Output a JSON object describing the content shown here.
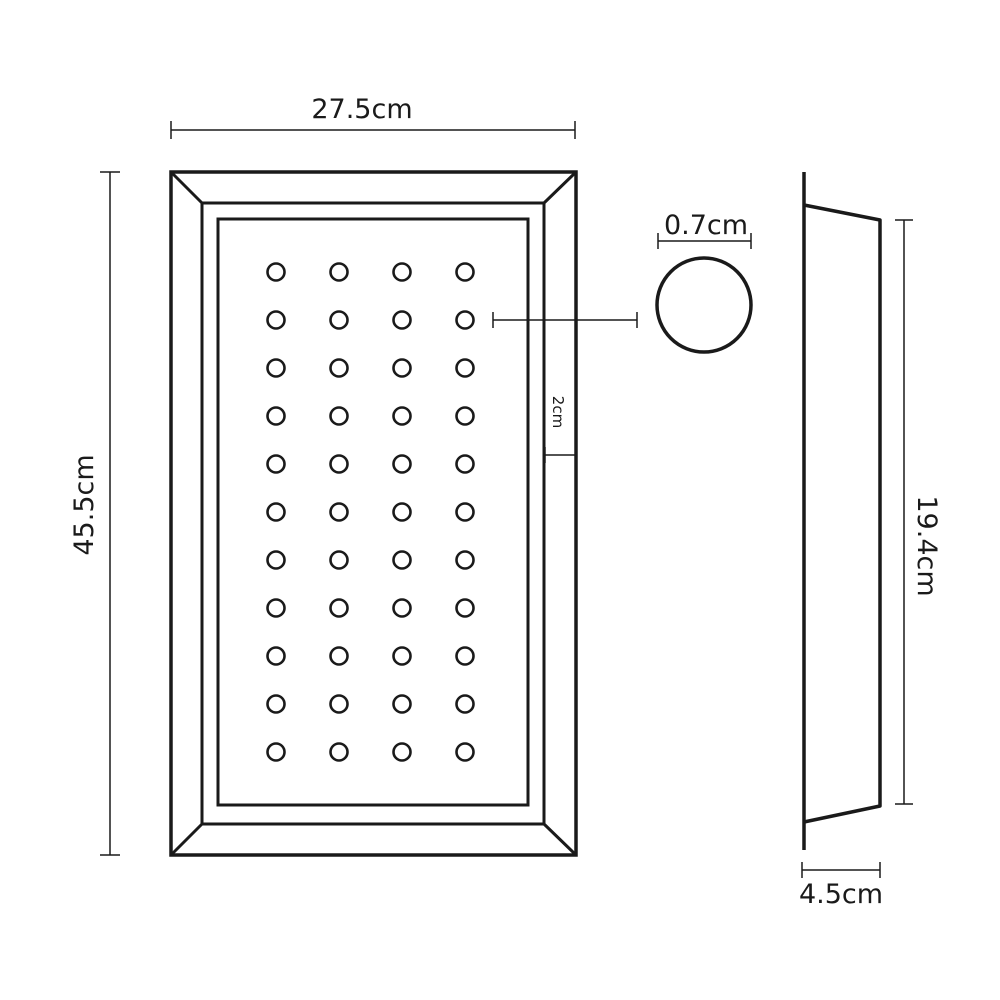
{
  "diagram": {
    "labels": {
      "top_width": "27.5cm",
      "left_height": "45.5cm",
      "hole_diameter": "0.7cm",
      "rim_width": "2cm",
      "side_height": "19.4cm",
      "side_depth": "4.5cm"
    },
    "holes": {
      "columns": 4,
      "rows": 11
    },
    "colors": {
      "line": "#1a1a1a",
      "background": "#ffffff"
    }
  }
}
